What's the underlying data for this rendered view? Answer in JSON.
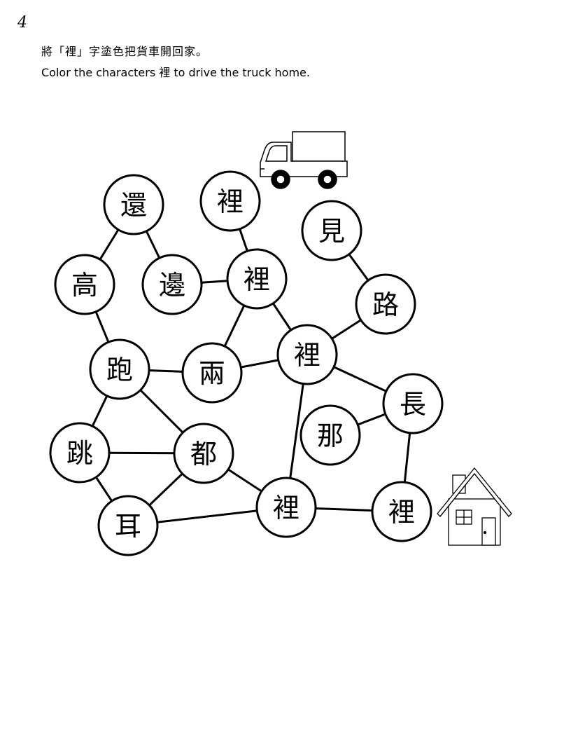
{
  "page": {
    "number": "4",
    "instruction_zh": "將「裡」字塗色把貨車開回家。",
    "instruction_en": "Color the characters 裡 to drive the truck home."
  },
  "maze": {
    "target_char": "裡",
    "nodes": [
      {
        "id": "huan",
        "char": "還"
      },
      {
        "id": "li1",
        "char": "裡"
      },
      {
        "id": "jian",
        "char": "見"
      },
      {
        "id": "gao",
        "char": "高"
      },
      {
        "id": "bian",
        "char": "邊"
      },
      {
        "id": "li2",
        "char": "裡"
      },
      {
        "id": "lu",
        "char": "路"
      },
      {
        "id": "pao",
        "char": "跑"
      },
      {
        "id": "liang",
        "char": "兩"
      },
      {
        "id": "li3",
        "char": "裡"
      },
      {
        "id": "chang",
        "char": "長"
      },
      {
        "id": "na",
        "char": "那"
      },
      {
        "id": "tiao",
        "char": "跳"
      },
      {
        "id": "dou",
        "char": "都"
      },
      {
        "id": "er",
        "char": "耳"
      },
      {
        "id": "li4",
        "char": "裡"
      },
      {
        "id": "li5",
        "char": "裡"
      }
    ],
    "edges": [
      [
        "huan",
        "gao"
      ],
      [
        "huan",
        "bian"
      ],
      [
        "gao",
        "pao"
      ],
      [
        "bian",
        "li2"
      ],
      [
        "li1",
        "li2"
      ],
      [
        "li2",
        "liang"
      ],
      [
        "li2",
        "li3"
      ],
      [
        "pao",
        "liang"
      ],
      [
        "liang",
        "li3"
      ],
      [
        "li3",
        "lu"
      ],
      [
        "lu",
        "jian"
      ],
      [
        "li3",
        "chang"
      ],
      [
        "li3",
        "li4"
      ],
      [
        "chang",
        "na"
      ],
      [
        "chang",
        "li5"
      ],
      [
        "pao",
        "tiao"
      ],
      [
        "pao",
        "dou"
      ],
      [
        "tiao",
        "dou"
      ],
      [
        "tiao",
        "er"
      ],
      [
        "dou",
        "er"
      ],
      [
        "dou",
        "li4"
      ],
      [
        "er",
        "li4"
      ],
      [
        "li4",
        "li5"
      ]
    ]
  }
}
